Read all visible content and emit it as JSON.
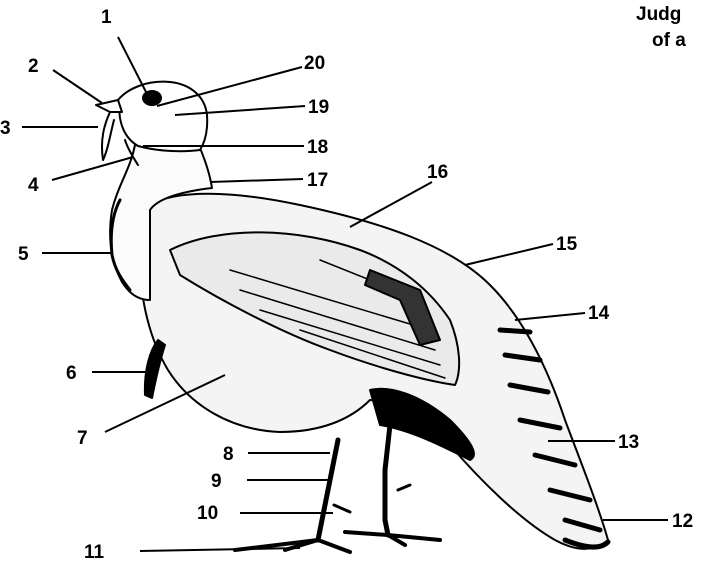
{
  "title": {
    "line1": "Judg",
    "line2": "of a"
  },
  "callouts": [
    {
      "num": "1",
      "part": ""
    },
    {
      "num": "2",
      "part": ""
    },
    {
      "num": "3",
      "part": ""
    },
    {
      "num": "4",
      "part": ""
    },
    {
      "num": "5",
      "part": ""
    },
    {
      "num": "6",
      "part": ""
    },
    {
      "num": "7",
      "part": ""
    },
    {
      "num": "8",
      "part": ""
    },
    {
      "num": "9",
      "part": ""
    },
    {
      "num": "10",
      "part": ""
    },
    {
      "num": "11",
      "part": ""
    },
    {
      "num": "12",
      "part": ""
    },
    {
      "num": "13",
      "part": ""
    },
    {
      "num": "14",
      "part": ""
    },
    {
      "num": "15",
      "part": ""
    },
    {
      "num": "16",
      "part": ""
    },
    {
      "num": "17",
      "part": ""
    },
    {
      "num": "18",
      "part": ""
    },
    {
      "num": "19",
      "part": ""
    },
    {
      "num": "20",
      "part": ""
    }
  ],
  "illustration": {
    "subject": "turkey-outline-drawing",
    "line_color": "#000000",
    "background": "#ffffff"
  }
}
